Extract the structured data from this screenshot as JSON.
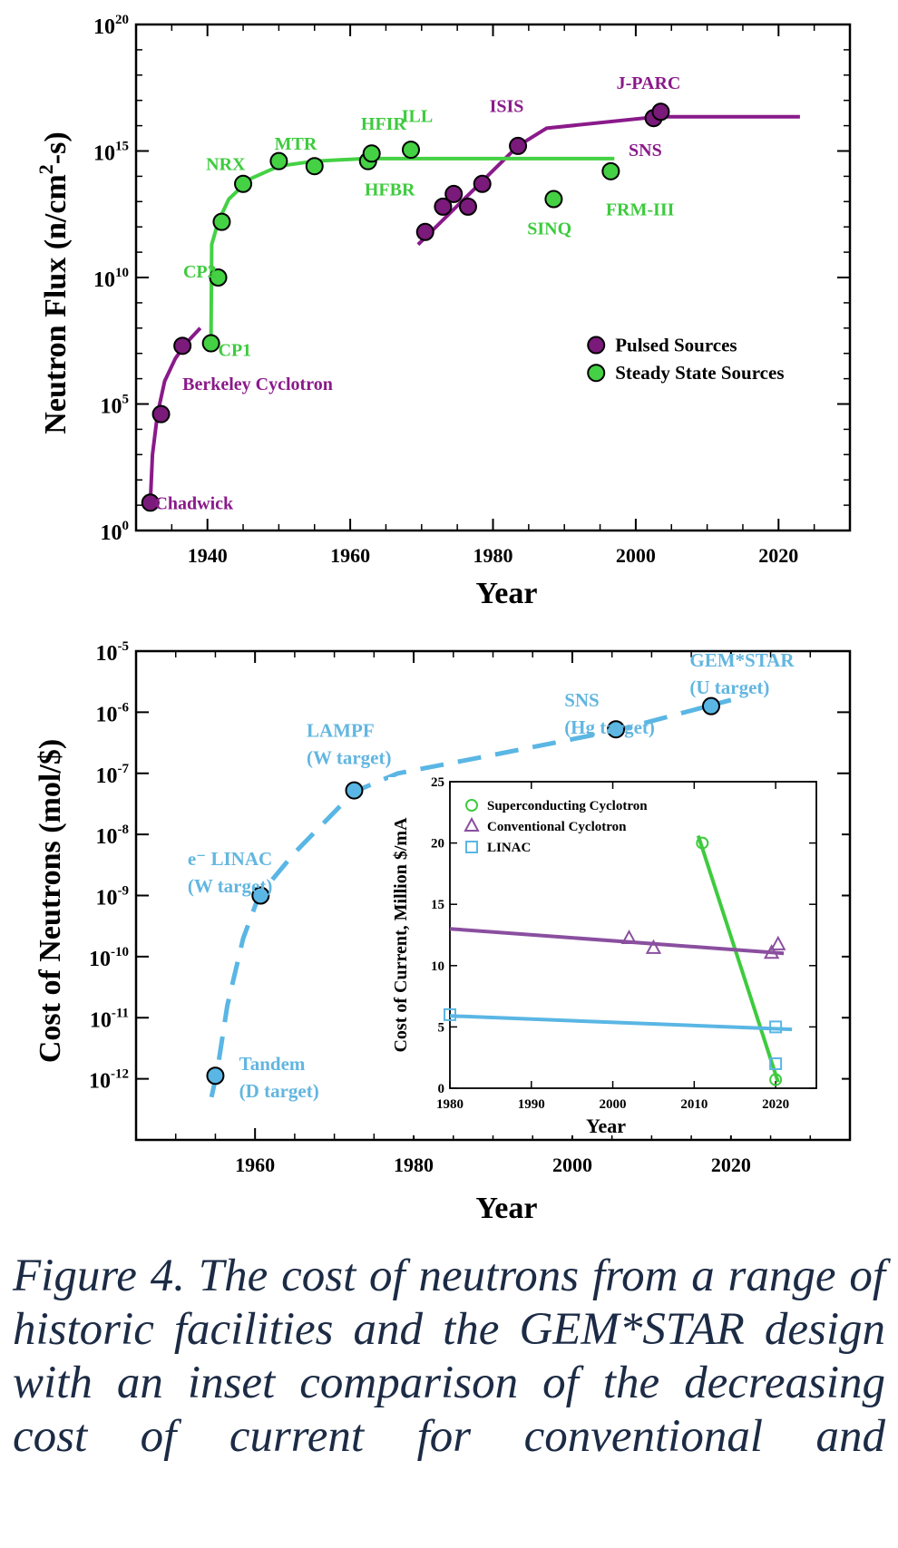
{
  "chart_data": [
    {
      "type": "scatter",
      "xlabel": "Year",
      "ylabel": "Neutron Flux (n/cm²-s)",
      "ylabel_parts": {
        "pre": "Neutron Flux (n/cm",
        "sup": "2",
        "post": "-s)"
      },
      "xlim": [
        1930,
        2030
      ],
      "ylim_log10": [
        0,
        20
      ],
      "y_scale": "log",
      "x_ticks": [
        1940,
        1960,
        1980,
        2000,
        2020
      ],
      "y_ticks": [
        {
          "exp": 0,
          "base": "10",
          "sup": "0"
        },
        {
          "exp": 5,
          "base": "10",
          "sup": "5"
        },
        {
          "exp": 10,
          "base": "10",
          "sup": "10"
        },
        {
          "exp": 15,
          "base": "10",
          "sup": "15"
        },
        {
          "exp": 20,
          "base": "10",
          "sup": "20"
        }
      ],
      "legend": {
        "placement": "lower-right",
        "entries": [
          "Pulsed Sources",
          "Steady State Sources"
        ]
      },
      "colors": {
        "pulsed": "#7a1a7a",
        "steady": "#44d144",
        "pulsed_text": "#8a1a8a",
        "steady_text": "#3ecb3e"
      },
      "series": [
        {
          "name": "Pulsed Sources",
          "points": [
            {
              "x": 1932,
              "log10": 1.1
            },
            {
              "x": 1933.5,
              "log10": 4.6
            },
            {
              "x": 1936.5,
              "log10": 7.3
            },
            {
              "x": 1970.5,
              "log10": 11.8
            },
            {
              "x": 1973,
              "log10": 12.8
            },
            {
              "x": 1974.5,
              "log10": 13.3
            },
            {
              "x": 1976.5,
              "log10": 12.8
            },
            {
              "x": 1978.5,
              "log10": 13.7
            },
            {
              "x": 1983.5,
              "log10": 15.2
            },
            {
              "x": 2002.5,
              "log10": 16.3
            },
            {
              "x": 2003.5,
              "log10": 16.55
            }
          ],
          "trend_lines": [
            [
              [
                1932,
                1.1
              ],
              [
                1932.3,
                3.0
              ],
              [
                1933,
                4.6
              ],
              [
                1934,
                5.9
              ],
              [
                1935.5,
                6.8
              ],
              [
                1937,
                7.4
              ],
              [
                1939,
                8.0
              ]
            ],
            [
              [
                1969.5,
                11.3
              ],
              [
                1983.5,
                15.2
              ],
              [
                1987.5,
                15.9
              ],
              [
                2003,
                16.35
              ],
              [
                2023,
                16.35
              ]
            ]
          ]
        },
        {
          "name": "Steady State Sources",
          "points": [
            {
              "x": 1940.5,
              "log10": 7.4
            },
            {
              "x": 1941.5,
              "log10": 10.0
            },
            {
              "x": 1942,
              "log10": 12.2
            },
            {
              "x": 1945,
              "log10": 13.7
            },
            {
              "x": 1950,
              "log10": 14.6
            },
            {
              "x": 1955,
              "log10": 14.4
            },
            {
              "x": 1962.5,
              "log10": 14.6
            },
            {
              "x": 1963,
              "log10": 14.9
            },
            {
              "x": 1968.5,
              "log10": 15.05
            },
            {
              "x": 1988.5,
              "log10": 13.1
            },
            {
              "x": 1996.5,
              "log10": 14.2
            }
          ],
          "trend_lines": [
            [
              [
                1940.5,
                7.4
              ],
              [
                1940.6,
                11.3
              ],
              [
                1941.5,
                12.2
              ],
              [
                1943,
                13.1
              ],
              [
                1946,
                13.9
              ],
              [
                1950,
                14.4
              ],
              [
                1955,
                14.6
              ],
              [
                1962,
                14.7
              ],
              [
                1997,
                14.7
              ]
            ]
          ]
        }
      ],
      "annotations": [
        {
          "text": "Chadwick",
          "x": 1932.6,
          "log10": 1.1,
          "group": "pulsed"
        },
        {
          "text": "Berkeley Cyclotron",
          "x": 1936.5,
          "log10": 5.8,
          "group": "pulsed"
        },
        {
          "text": "CP1",
          "x": 1941.5,
          "log10": 7.15,
          "group": "steady"
        },
        {
          "text": "CP2",
          "x": 1936.6,
          "log10": 10.25,
          "group": "steady"
        },
        {
          "text": "NRX",
          "x": 1939.8,
          "log10": 14.5,
          "group": "steady"
        },
        {
          "text": "MTR",
          "x": 1949.4,
          "log10": 15.3,
          "group": "steady"
        },
        {
          "text": "HFIR",
          "x": 1961.5,
          "log10": 16.1,
          "group": "steady"
        },
        {
          "text": "ILL",
          "x": 1967.2,
          "log10": 16.4,
          "group": "steady"
        },
        {
          "text": "HFBR",
          "x": 1962.0,
          "log10": 13.5,
          "group": "steady"
        },
        {
          "text": "ISIS",
          "x": 1979.5,
          "log10": 16.8,
          "group": "pulsed"
        },
        {
          "text": "J-PARC",
          "x": 1997.3,
          "log10": 17.7,
          "group": "pulsed"
        },
        {
          "text": "SNS",
          "x": 1999.0,
          "log10": 15.05,
          "group": "pulsed"
        },
        {
          "text": "SINQ",
          "x": 1984.8,
          "log10": 11.95,
          "group": "steady"
        },
        {
          "text": "FRM-III",
          "x": 1995.8,
          "log10": 12.7,
          "group": "steady"
        }
      ]
    },
    {
      "type": "scatter",
      "xlabel": "Year",
      "ylabel": "Cost of Neutrons (mol/$)",
      "xlim": [
        1945,
        2035
      ],
      "ylim_log10": [
        -13,
        -5
      ],
      "y_scale": "log",
      "x_ticks": [
        1960,
        1980,
        2000,
        2020
      ],
      "y_ticks": [
        {
          "exp": -12,
          "base": "10",
          "sup": "-12"
        },
        {
          "exp": -11,
          "base": "10",
          "sup": "-11"
        },
        {
          "exp": -10,
          "base": "10",
          "sup": "-10"
        },
        {
          "exp": -9,
          "base": "10",
          "sup": "-9"
        },
        {
          "exp": -8,
          "base": "10",
          "sup": "-8"
        },
        {
          "exp": -7,
          "base": "10",
          "sup": "-7"
        },
        {
          "exp": -6,
          "base": "10",
          "sup": "-6"
        },
        {
          "exp": -5,
          "base": "10",
          "sup": "-5"
        }
      ],
      "colors": {
        "points": "#5ab6e4",
        "text": "#62b6e0",
        "dash": "#5ab6e4"
      },
      "series": [
        {
          "points": [
            {
              "x": 1955,
              "log10": -11.95
            },
            {
              "x": 1960.7,
              "log10": -9.0
            },
            {
              "x": 1972.5,
              "log10": -7.28
            },
            {
              "x": 2005.5,
              "log10": -6.28
            },
            {
              "x": 2017.5,
              "log10": -5.9
            }
          ],
          "trend_line": [
            [
              1954.5,
              -12.3
            ],
            [
              1955.2,
              -11.9
            ],
            [
              1956.5,
              -10.8
            ],
            [
              1958.5,
              -9.7
            ],
            [
              1960.5,
              -9.0
            ],
            [
              1965,
              -8.3
            ],
            [
              1972.5,
              -7.3
            ],
            [
              1978,
              -7.0
            ],
            [
              1990,
              -6.7
            ],
            [
              2005.5,
              -6.3
            ],
            [
              2020,
              -5.8
            ]
          ]
        }
      ],
      "annotations": [
        {
          "lines": [
            "Tandem",
            "(D target)"
          ],
          "x": 1958.0,
          "log10": -11.75
        },
        {
          "lines": [
            "e⁻ LINAC",
            "(W target)"
          ],
          "x": 1951.5,
          "log10": -8.4
        },
        {
          "lines": [
            "LAMPF",
            "(W target)"
          ],
          "x": 1966.5,
          "log10": -6.3
        },
        {
          "lines": [
            "SNS",
            "(Hg target)"
          ],
          "x": 1999.0,
          "log10": -5.8
        },
        {
          "lines": [
            "GEM*STAR",
            "(U target)"
          ],
          "x": 2014.8,
          "log10": -5.15
        }
      ]
    },
    {
      "type": "scatter",
      "title": "",
      "xlabel": "Year",
      "ylabel": "Cost of Current, Million $/mA",
      "xlim": [
        1980,
        2025
      ],
      "ylim": [
        0,
        25
      ],
      "x_ticks": [
        1980,
        1990,
        2000,
        2010,
        2020
      ],
      "y_ticks": [
        0,
        5,
        10,
        15,
        20,
        25
      ],
      "legend": {
        "placement": "top-left"
      },
      "series": [
        {
          "name": "Superconducting Cyclotron",
          "marker": "circle",
          "color": "#3ecb3e",
          "points": [
            {
              "x": 2011,
              "y": 20
            },
            {
              "x": 2020,
              "y": 0.7
            }
          ],
          "trend_line": [
            [
              2010.5,
              20.6
            ],
            [
              2020.3,
              0.5
            ]
          ]
        },
        {
          "name": "Conventional Cyclotron",
          "marker": "triangle",
          "color": "#8a4f9f",
          "points": [
            {
              "x": 2002,
              "y": 12.2
            },
            {
              "x": 2005,
              "y": 11.4
            },
            {
              "x": 2019.5,
              "y": 11.0
            },
            {
              "x": 2020.3,
              "y": 11.7
            }
          ],
          "trend_line": [
            [
              1980,
              13.0
            ],
            [
              2021,
              11.0
            ]
          ]
        },
        {
          "name": "LINAC",
          "marker": "square",
          "color": "#5ab6e4",
          "points": [
            {
              "x": 1980,
              "y": 6.0
            },
            {
              "x": 2020,
              "y": 5.0
            },
            {
              "x": 2020,
              "y": 2.0
            }
          ],
          "trend_line": [
            [
              1980,
              5.9
            ],
            [
              2022,
              4.8
            ]
          ]
        }
      ]
    }
  ],
  "caption": "Figure 4. The cost of neutrons from a range of historic facilities and the GEM*STAR design with an inset comparison of the decreasing cost of current for conventional and"
}
